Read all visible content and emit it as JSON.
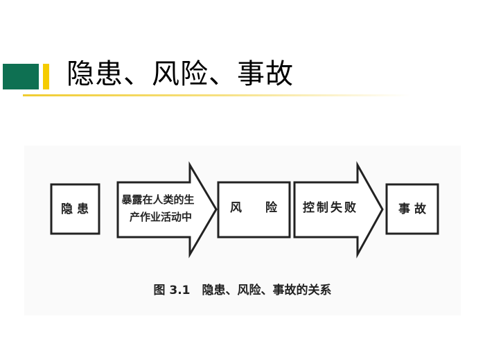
{
  "slide": {
    "title": "隐患、风险、事故"
  },
  "figure": {
    "nodes": [
      {
        "label": "隐 患"
      },
      {
        "label": "风　　险"
      },
      {
        "label": "事 故"
      }
    ],
    "arrows": [
      {
        "line1": "暴露在人类的生",
        "line2": "产作业活动中"
      },
      {
        "line1": "控制失败"
      }
    ],
    "caption": "图 3.1　隐患、风险、事故的关系"
  }
}
